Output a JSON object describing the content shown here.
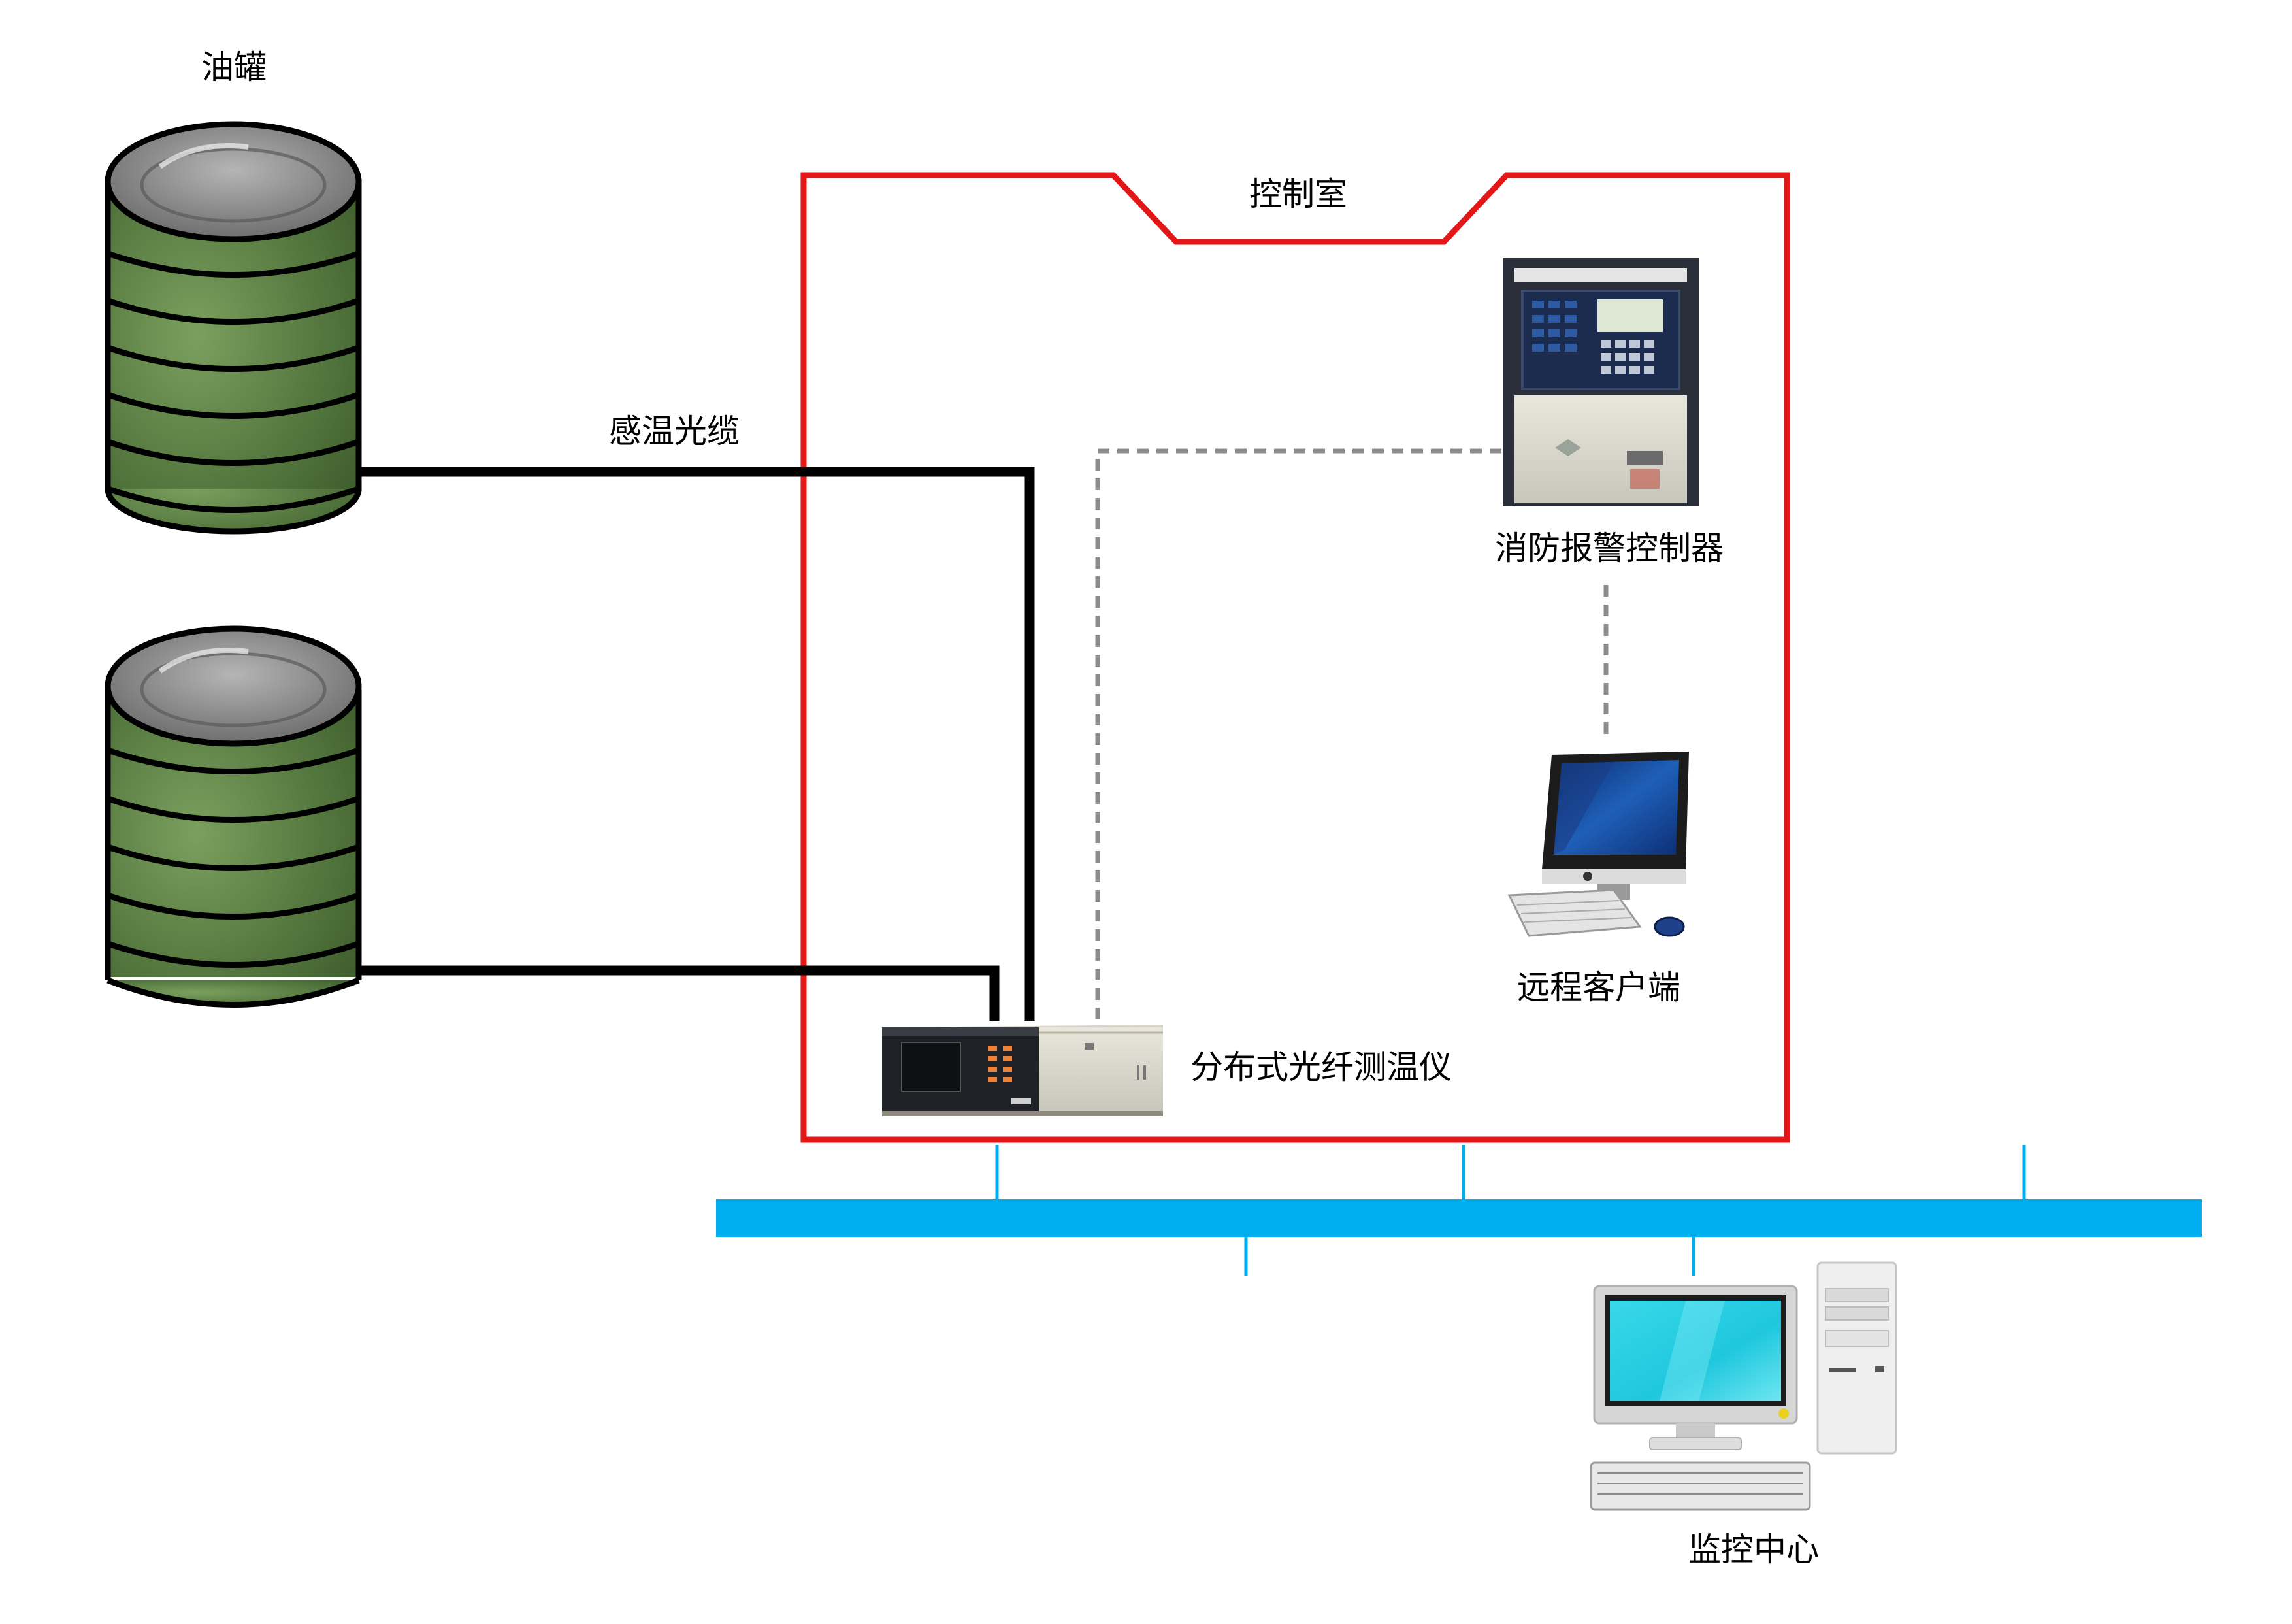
{
  "labels": {
    "tank": "油罐",
    "cable": "感温光缆",
    "control_room": "控制室",
    "fire_controller": "消防报警控制器",
    "remote_client": "远程客户端",
    "dts_device": "分布式光纤测温仪",
    "monitor_center": "监控中心"
  },
  "colors": {
    "control_room_border": "#e31717",
    "network_bus": "#00aeef",
    "fiber_cable": "#000000",
    "signal_dashed": "#8c8c8c",
    "tank_body": "#4a7235",
    "tank_top": "#8a8a8a"
  }
}
